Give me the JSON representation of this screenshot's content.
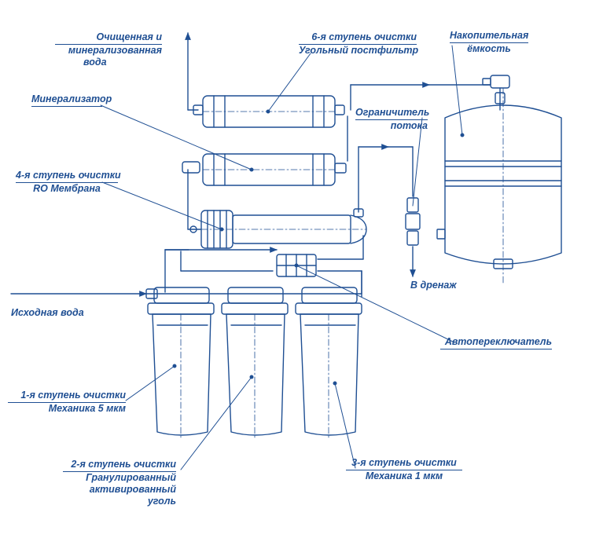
{
  "colors": {
    "ink": "#1f4f93",
    "text": "#1f4f93",
    "background": "#ffffff"
  },
  "labels": {
    "purified": [
      "Очищенная и",
      "минерализованная",
      "вода"
    ],
    "stage6": [
      "6-я ступень очистки",
      "Угольный постфильтр"
    ],
    "storage_tank": [
      "Накопительная",
      "ёмкость"
    ],
    "mineralizer": "Минерализатор",
    "flow_restrictor": [
      "Ограничитель",
      "потока"
    ],
    "stage4": [
      "4-я ступень очистки",
      "RO Мембрана"
    ],
    "drain": "В дренаж",
    "source_water": "Исходная вода",
    "auto_switch": "Автопереключатель",
    "stage1": [
      "1-я ступень очистки",
      "Механика 5 мкм"
    ],
    "stage2": [
      "2-я ступень очистки",
      "Гранулированный",
      "активированный",
      "уголь"
    ],
    "stage3": [
      "3-я ступень очистки",
      "Механика 1 мкм"
    ]
  }
}
